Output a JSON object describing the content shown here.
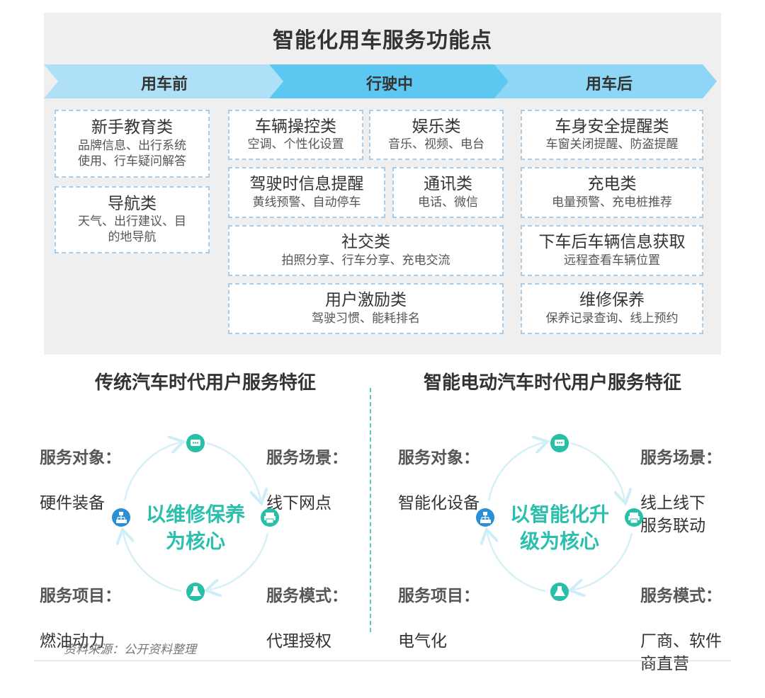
{
  "title": "智能化用车服务功能点",
  "stages": [
    "用车前",
    "行驶中",
    "用车后"
  ],
  "boxes": {
    "newbie": {
      "title": "新手教育类",
      "sub": "品牌信息、出行系统\n使用、行车疑问解答"
    },
    "nav": {
      "title": "导航类",
      "sub": "天气、出行建议、目\n的地导航"
    },
    "control": {
      "title": "车辆操控类",
      "sub": "空调、个性化设置"
    },
    "ent": {
      "title": "娱乐类",
      "sub": "音乐、视频、电台"
    },
    "drive_info": {
      "title": "驾驶时信息提醒",
      "sub": "黄线预警、自动停车"
    },
    "comm": {
      "title": "通讯类",
      "sub": "电话、微信"
    },
    "social": {
      "title": "社交类",
      "sub": "拍照分享、行车分享、充电交流"
    },
    "incentive": {
      "title": "用户激励类",
      "sub": "驾驶习惯、能耗排名"
    },
    "safety": {
      "title": "车身安全提醒类",
      "sub": "车窗关闭提醒、防盗提醒"
    },
    "charge": {
      "title": "充电类",
      "sub": "电量预警、充电桩推荐"
    },
    "after_info": {
      "title": "下车后车辆信息获取",
      "sub": "远程查看车辆位置"
    },
    "repair": {
      "title": "维修保养",
      "sub": "保养记录查询、线上预约"
    }
  },
  "traditional": {
    "title": "传统汽车时代用户服务特征",
    "center": "以维修保养\n为核心",
    "object": {
      "k": "服务对象：",
      "v": "硬件装备"
    },
    "scene": {
      "k": "服务场景：",
      "v": "线下网点"
    },
    "item": {
      "k": "服务项目：",
      "v": "燃油动力"
    },
    "mode": {
      "k": "服务模式：",
      "v": "代理授权"
    }
  },
  "smart": {
    "title": "智能电动汽车时代用户服务特征",
    "center": "以智能化升\n级为核心",
    "object": {
      "k": "服务对象：",
      "v": "智能化设备"
    },
    "scene": {
      "k": "服务场景：",
      "v": "线上线下\n服务联动"
    },
    "item": {
      "k": "服务项目：",
      "v": "电气化"
    },
    "mode": {
      "k": "服务模式：",
      "v": "厂商、软件\n商直营"
    }
  },
  "icons": [
    "chat-icon",
    "printer-icon",
    "flask-icon",
    "sitemap-icon"
  ],
  "colors": {
    "chevron1": "#aee0f7",
    "chevron2": "#5cc8f2",
    "chevron3": "#8dd6f6",
    "accent": "#2bbfae",
    "icon_teal": "#26bfa8",
    "icon_blue": "#2b8fd6",
    "dashed": "#a9cde9"
  },
  "source": "资料来源：公开资料整理"
}
